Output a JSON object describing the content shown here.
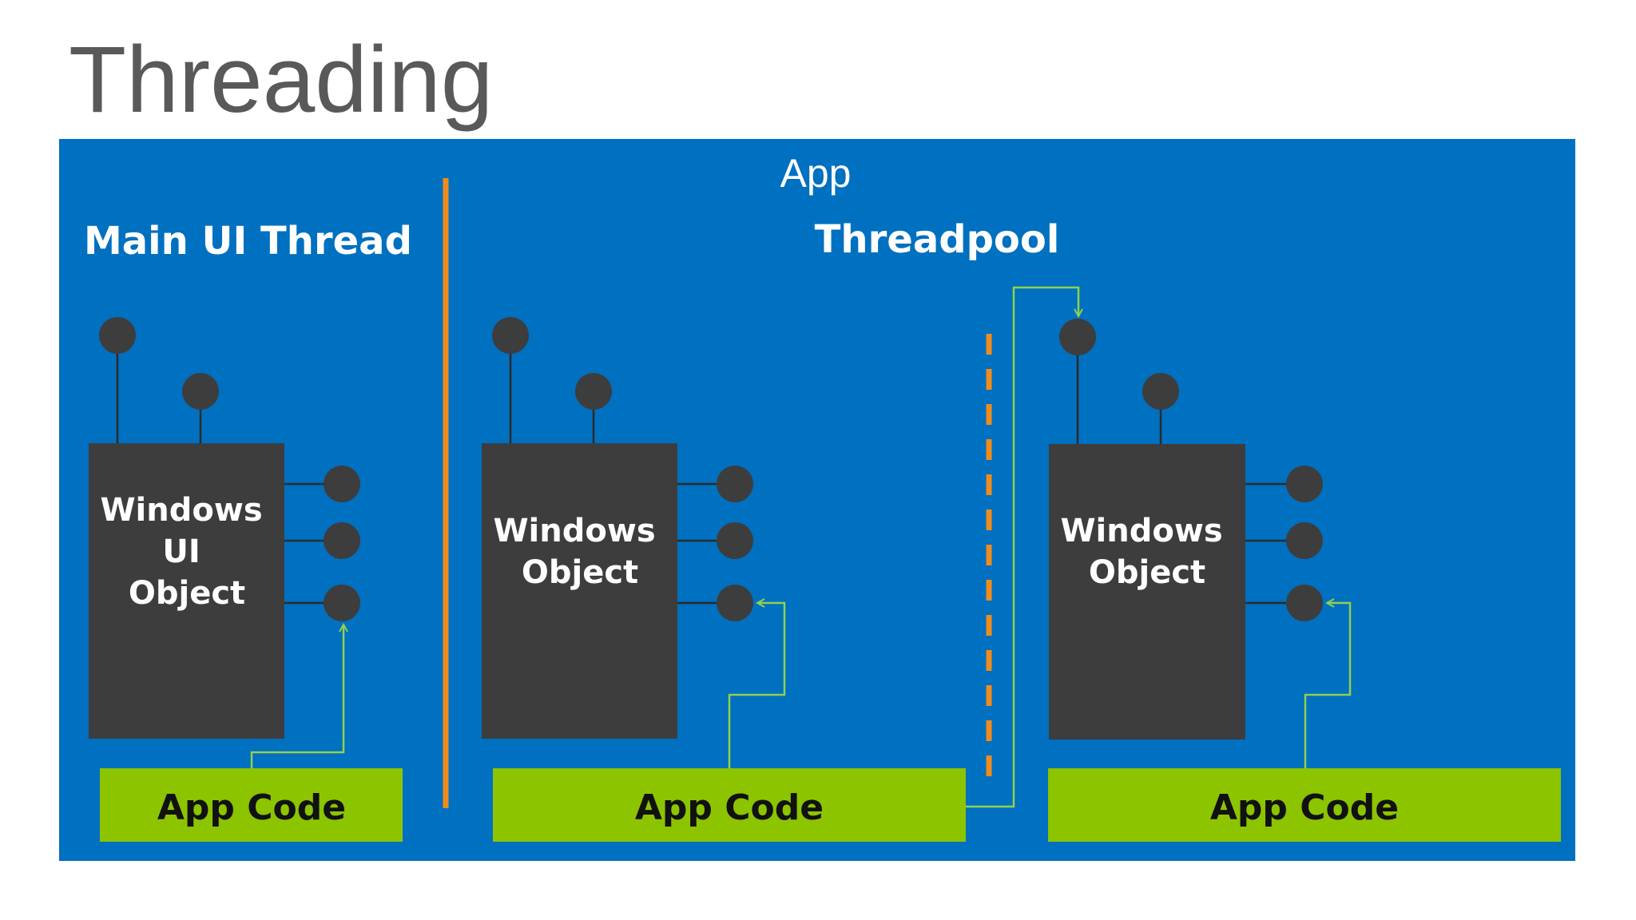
{
  "title": "Threading",
  "container": {
    "label": "App"
  },
  "sections": {
    "main": "Main UI Thread",
    "threadpool": "Threadpool"
  },
  "objects": [
    {
      "lines": [
        "Windows",
        "UI",
        "Object"
      ]
    },
    {
      "lines": [
        "Windows",
        "Object"
      ]
    },
    {
      "lines": [
        "Windows",
        "Object"
      ]
    }
  ],
  "app_code": [
    {
      "label": "App Code"
    },
    {
      "label": "App Code"
    },
    {
      "label": "App Code"
    }
  ],
  "colors": {
    "panel": "#0070c0",
    "object": "#3d3d3d",
    "port": "#3d3d3d",
    "app_code": "#8cc400",
    "arrow": "#92d050",
    "divider": "#f08c1c",
    "title": "#595959"
  }
}
